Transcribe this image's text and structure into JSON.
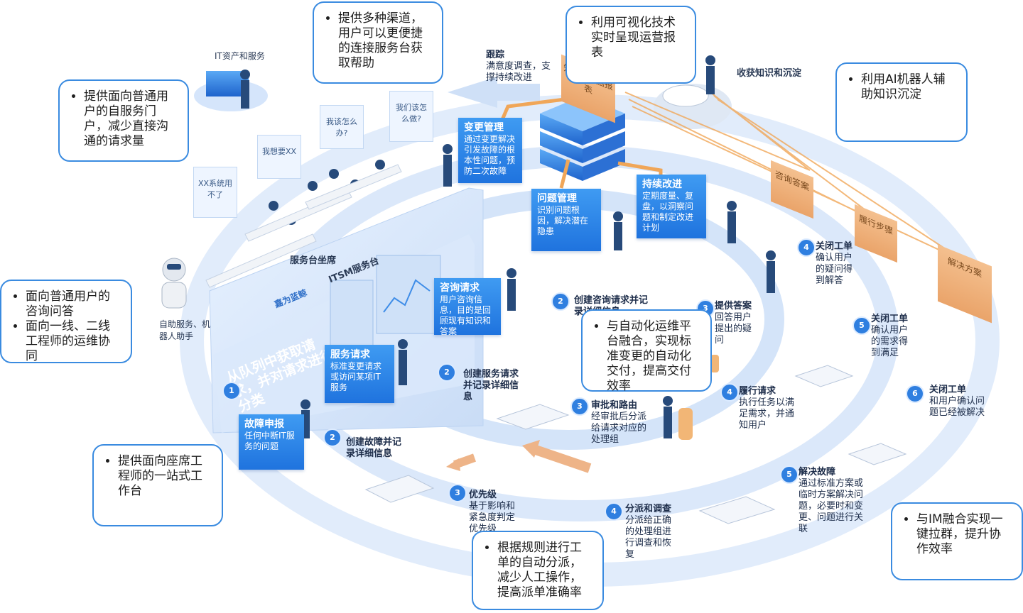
{
  "callouts": {
    "self_service": [
      "提供面向普通用户的自服务门户，减少直接沟通的请求量"
    ],
    "channels": [
      "提供多种渠道，用户可以更便捷的连接服务台获取帮助"
    ],
    "visualization": [
      "利用可视化技术实时呈现运营报表"
    ],
    "ai_knowledge": [
      "利用AI机器人辅助知识沉淀"
    ],
    "robot": [
      "面向普通用户的咨询问答",
      "面向一线、二线工程师的运维协同"
    ],
    "automation": [
      "与自动化运维平台融合，实现标准变更的自动化交付，提高交付效率"
    ],
    "workbench": [
      "提供面向座席工程师的一站式工作台"
    ],
    "dispatch": [
      "根据规则进行工单的自动分派，减少人工操作，提高派单准确率"
    ],
    "im": [
      "与IM融合实现一键拉群，提升协作效率"
    ]
  },
  "labels": {
    "it_assets": "IT资产和服务",
    "tracking_title": "跟踪",
    "tracking_desc": "满意度调查，支撑持续改进",
    "harvest": "收获知识和沉淀",
    "service_desk": "服务台坐席",
    "itsm": "ITSM服务台",
    "brand": "嘉为蓝鲸",
    "robot": "自助服务、机器人助手",
    "queue_slogan": "从队列中获取请求，并对请求进行分类",
    "knowledge_report": "知识&数据报表"
  },
  "bubbles": [
    "XX系统用不了",
    "我想要XX",
    "我该怎么办?",
    "我们该怎么做?"
  ],
  "tags": [
    "咨询答案",
    "履行步骤",
    "解决方案"
  ],
  "boxes": {
    "change": {
      "title": "变更管理",
      "desc": "通过变更解决引发故障的根本性问题，预防二次故障"
    },
    "problem": {
      "title": "问题管理",
      "desc": "识别问题根因，解决潜在隐患"
    },
    "improve": {
      "title": "持续改进",
      "desc": "定期度量、复盘，以洞察问题和制定改进计划"
    },
    "consult": {
      "title": "咨询请求",
      "desc": "用户咨询信息，目的是回顾现有知识和答案"
    },
    "service": {
      "title": "服务请求",
      "desc": "标准变更请求或访问某项IT服务"
    },
    "fault": {
      "title": "故障申报",
      "desc": "任何中断IT服务的问题"
    }
  },
  "steps": {
    "consult_create": {
      "num": "2",
      "title": "创建咨询请求并记录详细信息",
      "desc": ""
    },
    "consult_answer": {
      "num": "3",
      "title": "提供答案",
      "desc": "回答用户提出的疑问"
    },
    "consult_close": {
      "num": "4",
      "title": "关闭工单",
      "desc": "确认用户的疑问得到解答"
    },
    "service_create": {
      "num": "2",
      "title": "创建服务请求并记录详细信息",
      "desc": ""
    },
    "service_approve": {
      "num": "3",
      "title": "审批和路由",
      "desc": "经审批后分派给请求对应的处理组"
    },
    "service_fulfill": {
      "num": "4",
      "title": "履行请求",
      "desc": "执行任务以满足需求，并通知用户"
    },
    "service_close": {
      "num": "5",
      "title": "关闭工单",
      "desc": "确认用户的需求得到满足"
    },
    "fault_create": {
      "num": "2",
      "title": "创建故障并记录详细信息",
      "desc": ""
    },
    "fault_priority": {
      "num": "3",
      "title": "优先级",
      "desc": "基于影响和紧急度判定优先级"
    },
    "fault_assign": {
      "num": "4",
      "title": "分派和调查",
      "desc": "分派给正确的处理组进行调查和恢复"
    },
    "fault_resolve": {
      "num": "5",
      "title": "解决故障",
      "desc": "通过标准方案或临时方案解决问题，必要时和变更、问题进行关联"
    },
    "fault_close": {
      "num": "6",
      "title": "关闭工单",
      "desc": "和用户确认问题已经被解决"
    },
    "start": {
      "num": "1",
      "title": "",
      "desc": ""
    }
  },
  "colors": {
    "accent": "#2f7fe0",
    "callout_border": "#3a8be0",
    "orange": "#eea568",
    "track": "#d6e6fb"
  }
}
